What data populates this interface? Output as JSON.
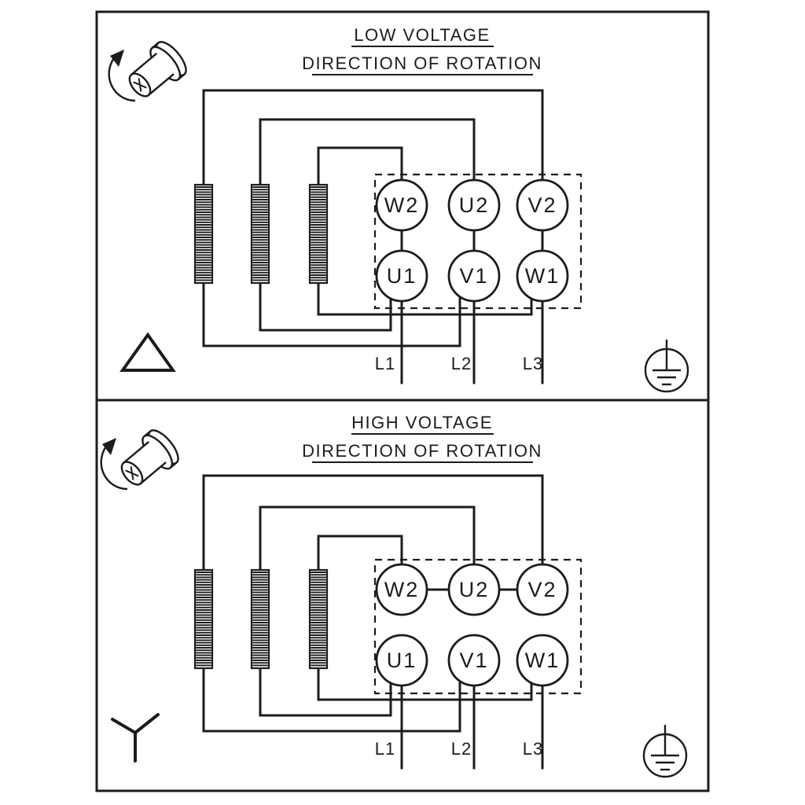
{
  "panels": [
    {
      "title": "LOW VOLTAGE",
      "subtitle": "DIRECTION OF ROTATION",
      "connection": "delta",
      "terminals_top": [
        "W2",
        "U2",
        "V2"
      ],
      "terminals_bottom": [
        "U1",
        "V1",
        "W1"
      ],
      "supply_lines": [
        "L1",
        "L2",
        "L3"
      ]
    },
    {
      "title": "HIGH VOLTAGE",
      "subtitle": "DIRECTION OF ROTATION",
      "connection": "wye",
      "terminals_top": [
        "W2",
        "U2",
        "V2"
      ],
      "terminals_bottom": [
        "U1",
        "V1",
        "W1"
      ],
      "supply_lines": [
        "L1",
        "L2",
        "L3"
      ]
    }
  ],
  "colors": {
    "ink": "#1c1c1c",
    "background": "#ffffff"
  }
}
